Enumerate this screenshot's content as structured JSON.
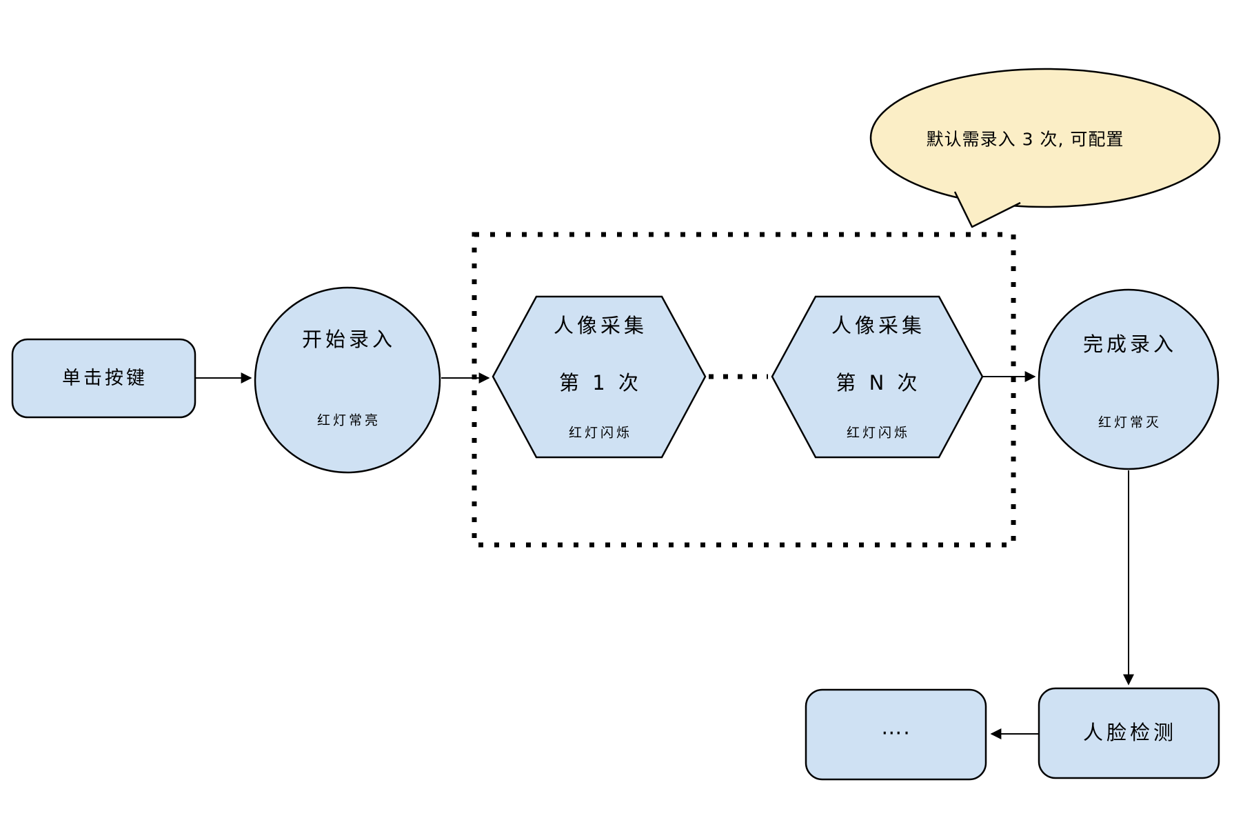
{
  "diagram": {
    "annotation_bubble": {
      "text": "默认需录入 3 次, 可配置"
    },
    "nodes": {
      "click_button": {
        "label": "单击按键"
      },
      "start_entry": {
        "label": "开始录入",
        "status": "红灯常亮"
      },
      "capture_first": {
        "title": "人像采集",
        "subtitle": "第 1 次",
        "status": "红灯闪烁"
      },
      "capture_nth": {
        "title": "人像采集",
        "subtitle": "第 N 次",
        "status": "红灯闪烁"
      },
      "finish_entry": {
        "label": "完成录入",
        "status": "红灯常灭"
      },
      "face_detection": {
        "label": "人脸检测"
      },
      "ellipsis_box": {
        "label": "…."
      }
    },
    "colors": {
      "node_fill": "#cfe1f3",
      "bubble_fill": "#fbeec6",
      "stroke": "#000000",
      "background": "#ffffff"
    }
  }
}
